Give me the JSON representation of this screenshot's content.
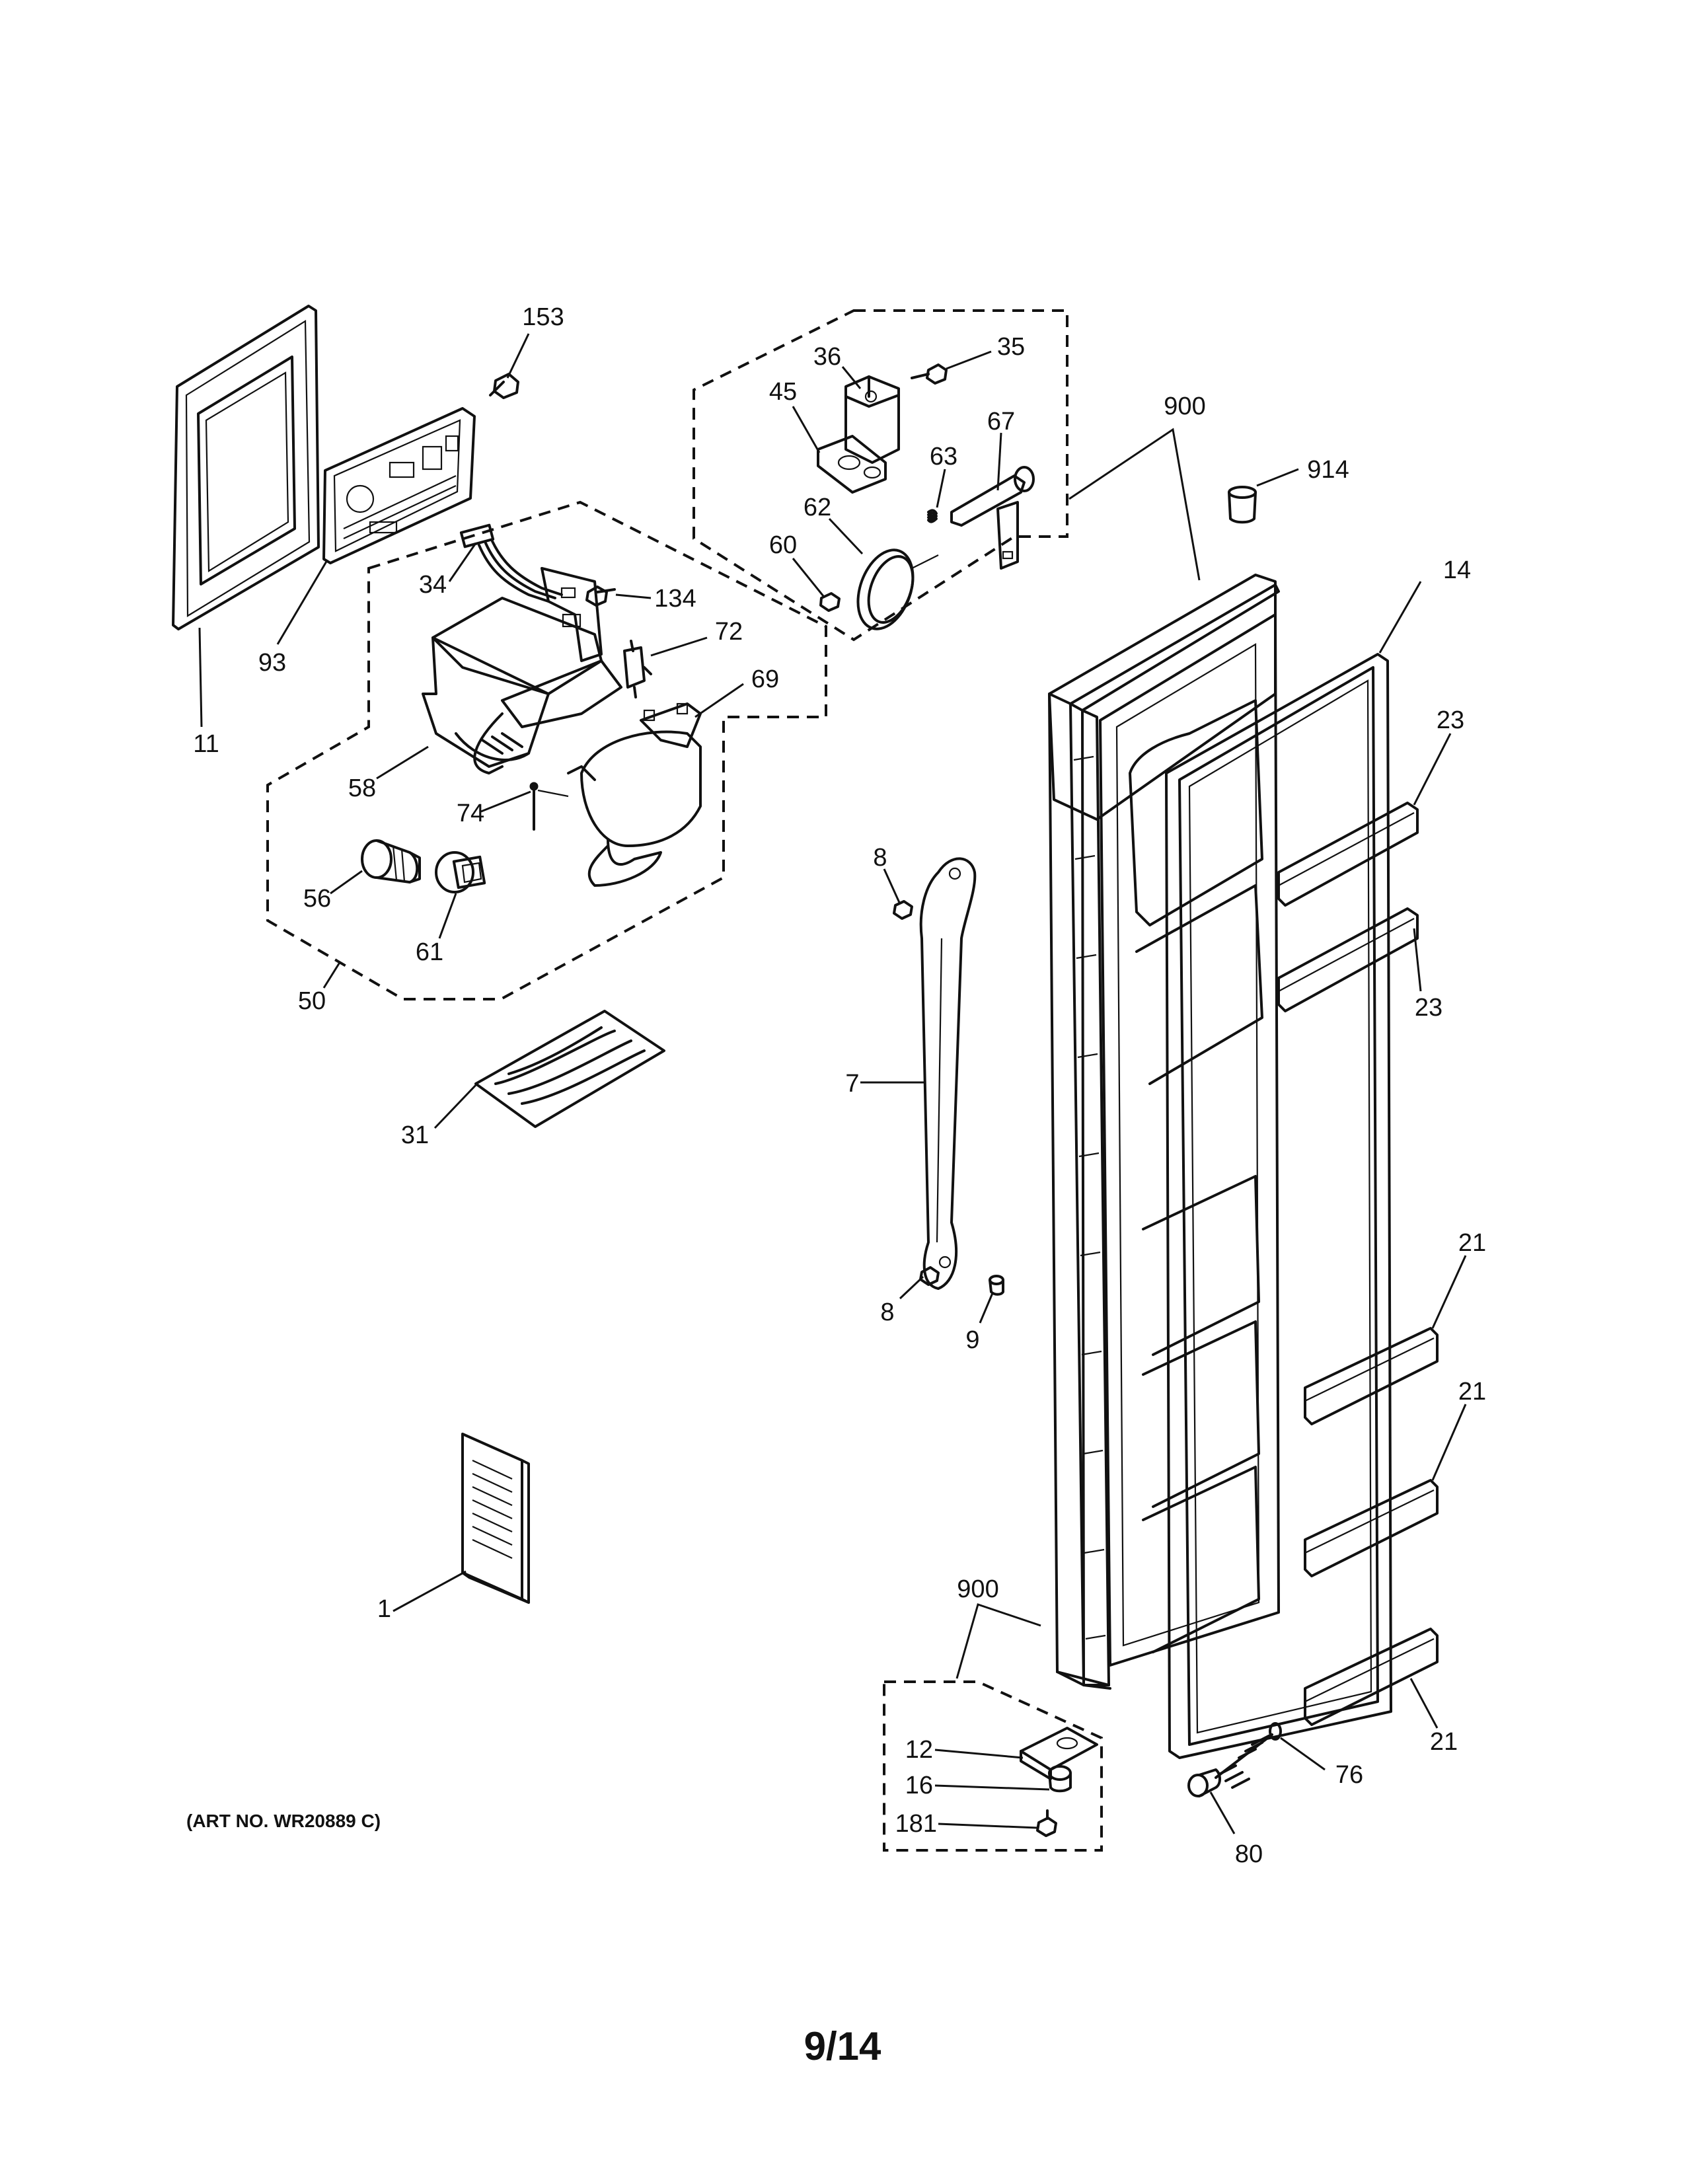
{
  "diagram": {
    "art_number": "(ART NO. WR20889 C)",
    "page_number": "9/14",
    "part_labels": [
      "153",
      "36",
      "35",
      "45",
      "67",
      "900",
      "914",
      "63",
      "62",
      "60",
      "34",
      "134",
      "14",
      "93",
      "72",
      "69",
      "23",
      "11",
      "58",
      "74",
      "56",
      "61",
      "8",
      "50",
      "7",
      "31",
      "8",
      "9",
      "21",
      "1",
      "900",
      "12",
      "16",
      "181",
      "76",
      "80"
    ]
  }
}
